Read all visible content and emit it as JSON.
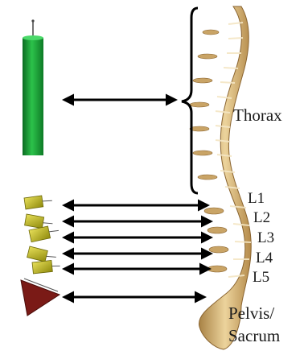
{
  "labels": {
    "thorax": "Thorax",
    "l1": "L1",
    "l2": "L2",
    "l3": "L3",
    "l4": "L4",
    "l5": "L5",
    "pelvis_line1": "Pelvis/",
    "pelvis_line2": "Sacrum"
  },
  "colors": {
    "cylinder": "#1fa53a",
    "block": "#c9c21a",
    "wedge": "#7a1a16",
    "bone": "#d9b77a",
    "arrow": "#000000"
  },
  "icons": [
    "green-cylinder-icon",
    "lumbar-block-icon",
    "pelvis-wedge-icon",
    "spine-illustration"
  ]
}
